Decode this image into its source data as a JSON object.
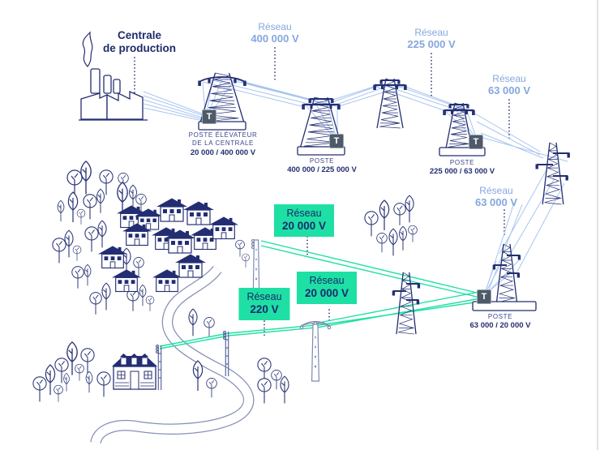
{
  "production": {
    "label_line1": "Centrale",
    "label_line2": "de production"
  },
  "networks": {
    "n400000": {
      "name": "Réseau",
      "voltage": "400 000 V"
    },
    "n225000": {
      "name": "Réseau",
      "voltage": "225 000 V"
    },
    "n63000_upper": {
      "name": "Réseau",
      "voltage": "63 000 V"
    },
    "n63000_lower": {
      "name": "Réseau",
      "voltage": "63 000 V"
    },
    "n20000_upper": {
      "name": "Réseau",
      "voltage": "20 000 V"
    },
    "n20000_lower": {
      "name": "Réseau",
      "voltage": "20 000 V"
    },
    "n220": {
      "name": "Réseau",
      "voltage": "220 V"
    }
  },
  "substations": {
    "elevateur": {
      "line1": "POSTE ÉLÉVATEUR",
      "line2": "DE LA CENTRALE",
      "voltage": "20 000 / 400 000 V"
    },
    "s400_225": {
      "title": "POSTE",
      "voltage": "400 000 / 225 000 V"
    },
    "s225_63": {
      "title": "POSTE",
      "voltage": "225 000 / 63 000 V"
    },
    "s63_20": {
      "title": "POSTE",
      "voltage": "63 000 / 20 000 V"
    }
  },
  "transformer_badge": "T",
  "icons": {
    "factory": "factory-icon",
    "pylon": "pylon-icon",
    "transformer": "transformer-icon",
    "tree": "tree-icon",
    "house": "house-icon",
    "road": "road-icon",
    "pole": "utility-pole-icon"
  },
  "colors": {
    "navy": "#232e72",
    "label_blue": "#84a7de",
    "wire_blue": "#a9c5ef",
    "green": "#1ee0a4",
    "transformer_gray": "#4e5a68"
  }
}
